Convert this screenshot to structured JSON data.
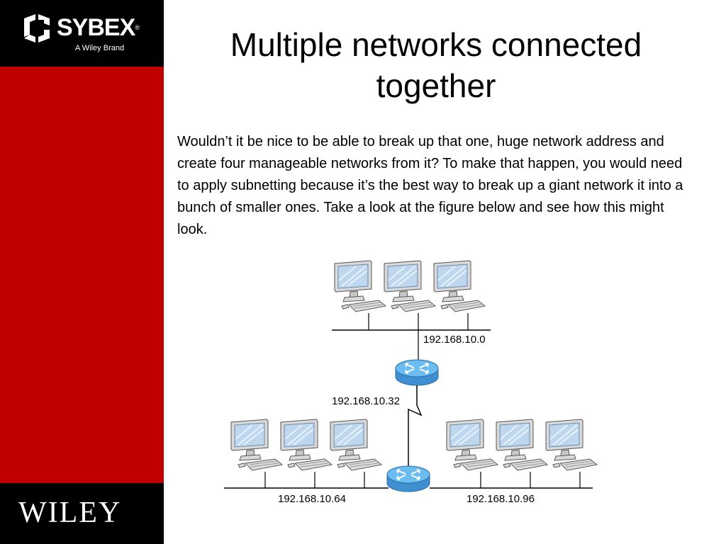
{
  "brand": {
    "top_logo": "SYBEX",
    "top_tagline": "A Wiley Brand",
    "bottom_logo": "WILEY"
  },
  "slide": {
    "title": "Multiple networks connected together",
    "body": "Wouldn’t it be nice to be able to break up that one, huge network address and create four manageable networks from it? To make that happen, you would need to apply subnetting because it’s the best way to break up a giant network it into a bunch of smaller ones. Take a look at the figure below and see how this might look."
  },
  "diagram": {
    "networks": [
      {
        "address": "192.168.10.0"
      },
      {
        "address": "192.168.10.32"
      },
      {
        "address": "192.168.10.64"
      },
      {
        "address": "192.168.10.96"
      }
    ]
  },
  "colors": {
    "sidebar_red": "#c00000",
    "sidebar_black": "#000000",
    "router_blue": "#5aaee6"
  }
}
